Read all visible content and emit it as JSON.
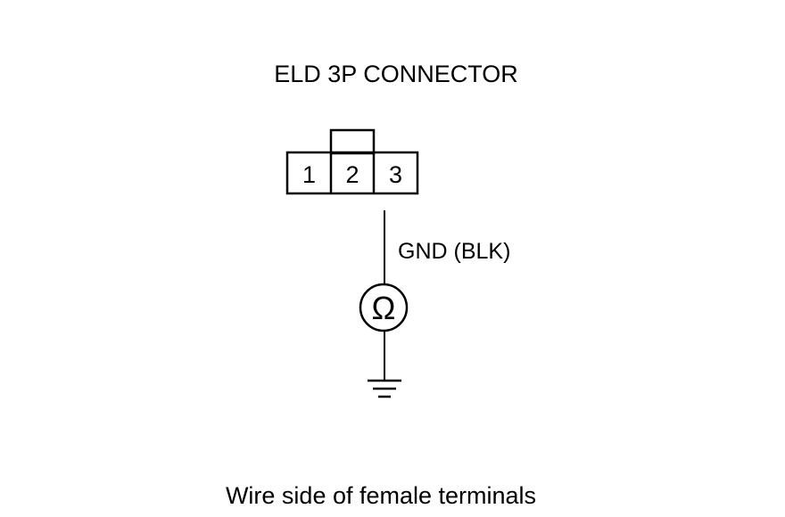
{
  "diagram": {
    "title": "ELD 3P CONNECTOR",
    "terminals": [
      "1",
      "2",
      "3"
    ],
    "wire_label": "GND (BLK)",
    "meter_symbol": "Ω",
    "meter_icon": "ohmmeter-icon",
    "ground_icon": "ground-icon",
    "caption": "Wire side of female terminals"
  }
}
